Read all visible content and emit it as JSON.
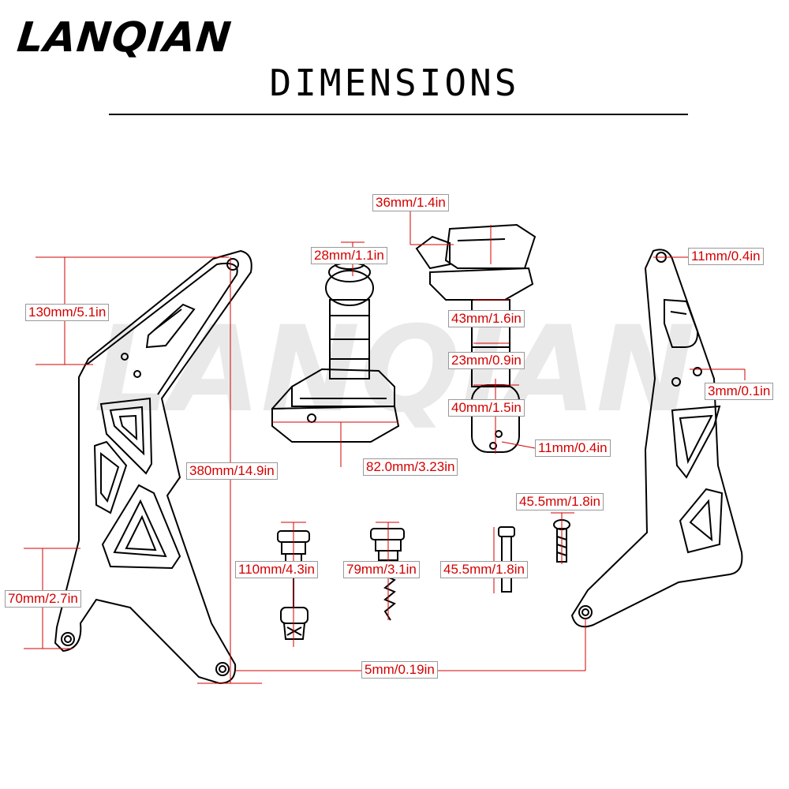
{
  "header": {
    "brand": "LANQIAN",
    "title": "DIMENSIONS"
  },
  "watermark": "LANQIAN",
  "colors": {
    "dimension_text": "#d40000",
    "leader_line": "#d40000",
    "outline": "#000000"
  },
  "dimensions": {
    "left_bracket_top": "130mm/5.1in",
    "left_bracket_height": "380mm/14.9in",
    "left_bracket_bottom": "70mm/2.7in",
    "slider_a_top": "28mm/1.1in",
    "slider_a_base": "82.0mm/3.23in",
    "slider_b_top": "36mm/1.4in",
    "slider_b_shaft": "43mm/1.6in",
    "slider_b_neck": "23mm/0.9in",
    "slider_b_puck": "40mm/1.5in",
    "slider_b_hole": "11mm/0.4in",
    "bolt_long": "110mm/4.3in",
    "bolt_medium": "79mm/3.1in",
    "pin": "45.5mm/1.8in",
    "screw": "45.5mm/1.8in",
    "right_bracket_hole": "11mm/0.4in",
    "right_bracket_small_hole": "3mm/0.1in",
    "mount_hole": "5mm/0.19in"
  }
}
